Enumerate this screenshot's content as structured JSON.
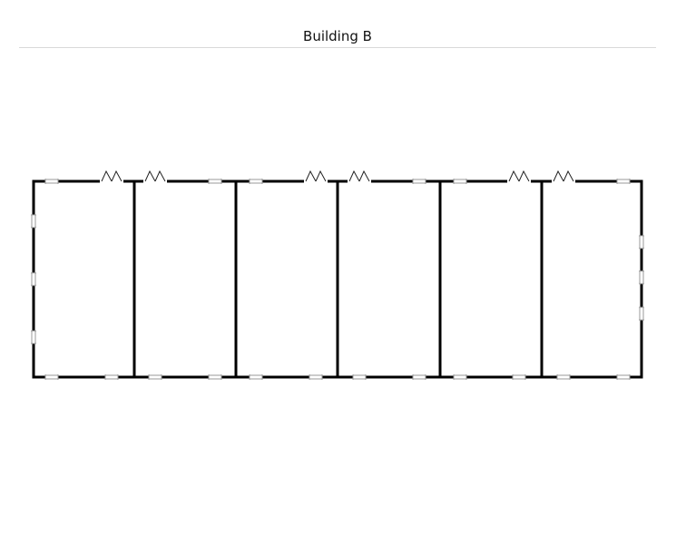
{
  "header": {
    "title": "Building B"
  },
  "floorplan": {
    "room_count": 6,
    "wall_color": "#000000",
    "window_color": "#9a9a9a",
    "door_style": "double-swing"
  }
}
